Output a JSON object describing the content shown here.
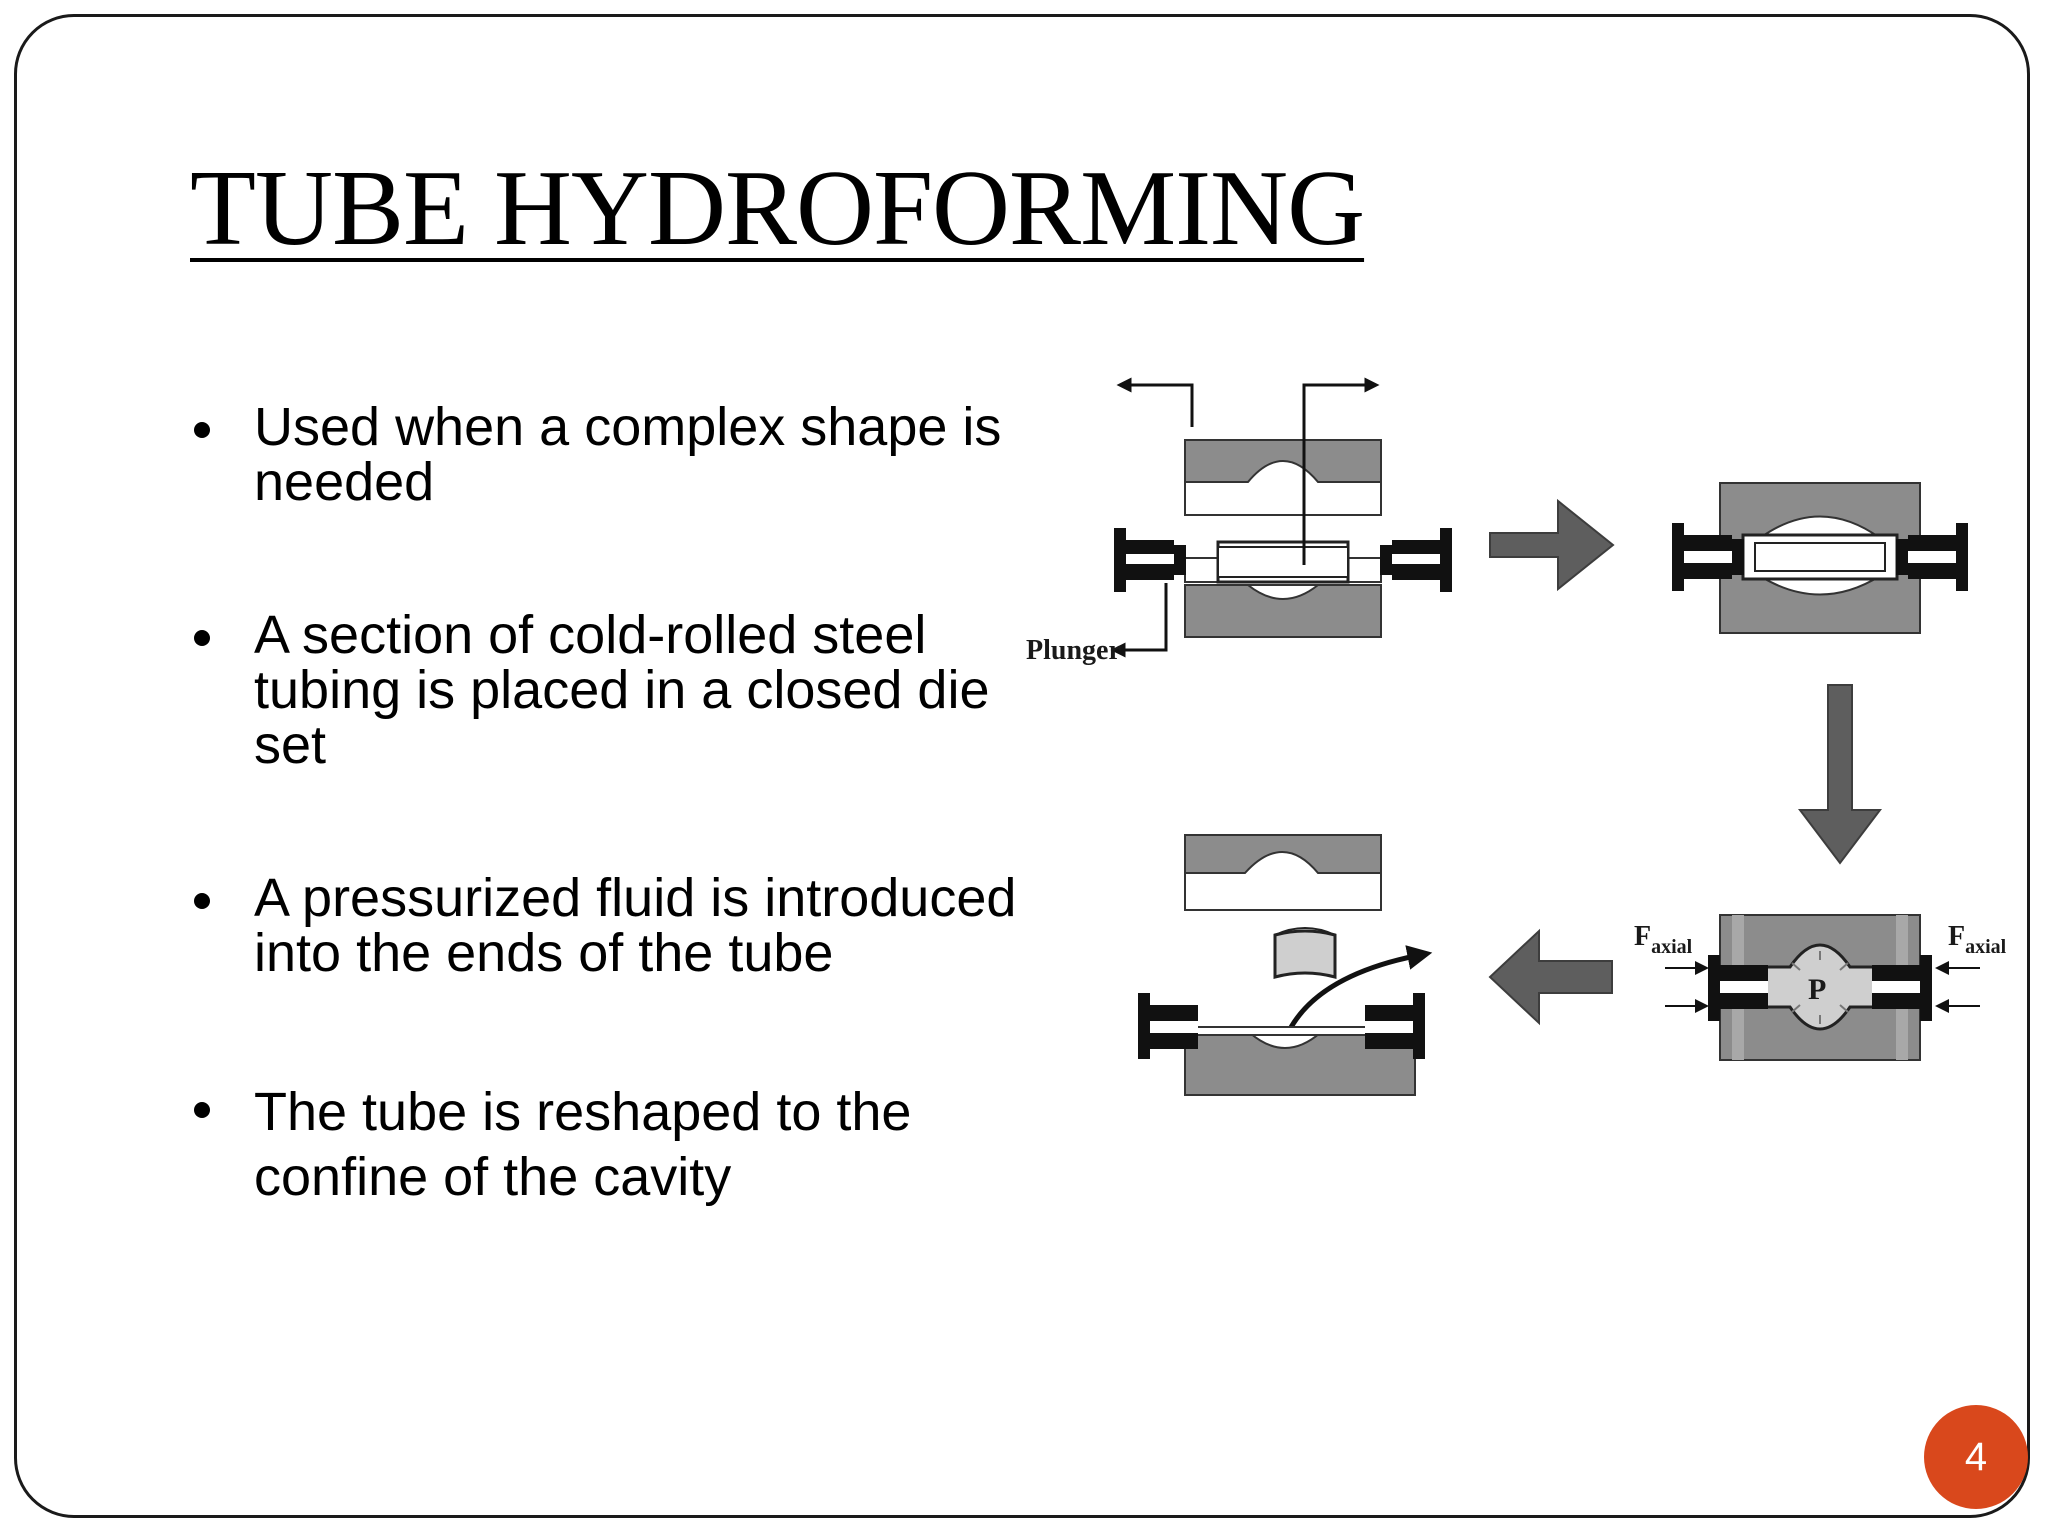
{
  "slide": {
    "title": "TUBE HYDROFORMING",
    "page_number": "4",
    "bullets": [
      "Used when a complex shape is needed",
      "A section of cold-rolled steel tubing is placed in a closed die set",
      "A pressurized fluid is introduced into the ends of the tube",
      "The tube is reshaped to the confine of the cavity"
    ]
  },
  "figure": {
    "plunger_label": "Plunger",
    "force_label_main": "F",
    "force_label_sub": "axial",
    "pressure_label": "P"
  },
  "colors": {
    "die_fill": "#8c8c8c",
    "arrow_fill": "#5e5e5e",
    "badge": "#d9481c"
  }
}
